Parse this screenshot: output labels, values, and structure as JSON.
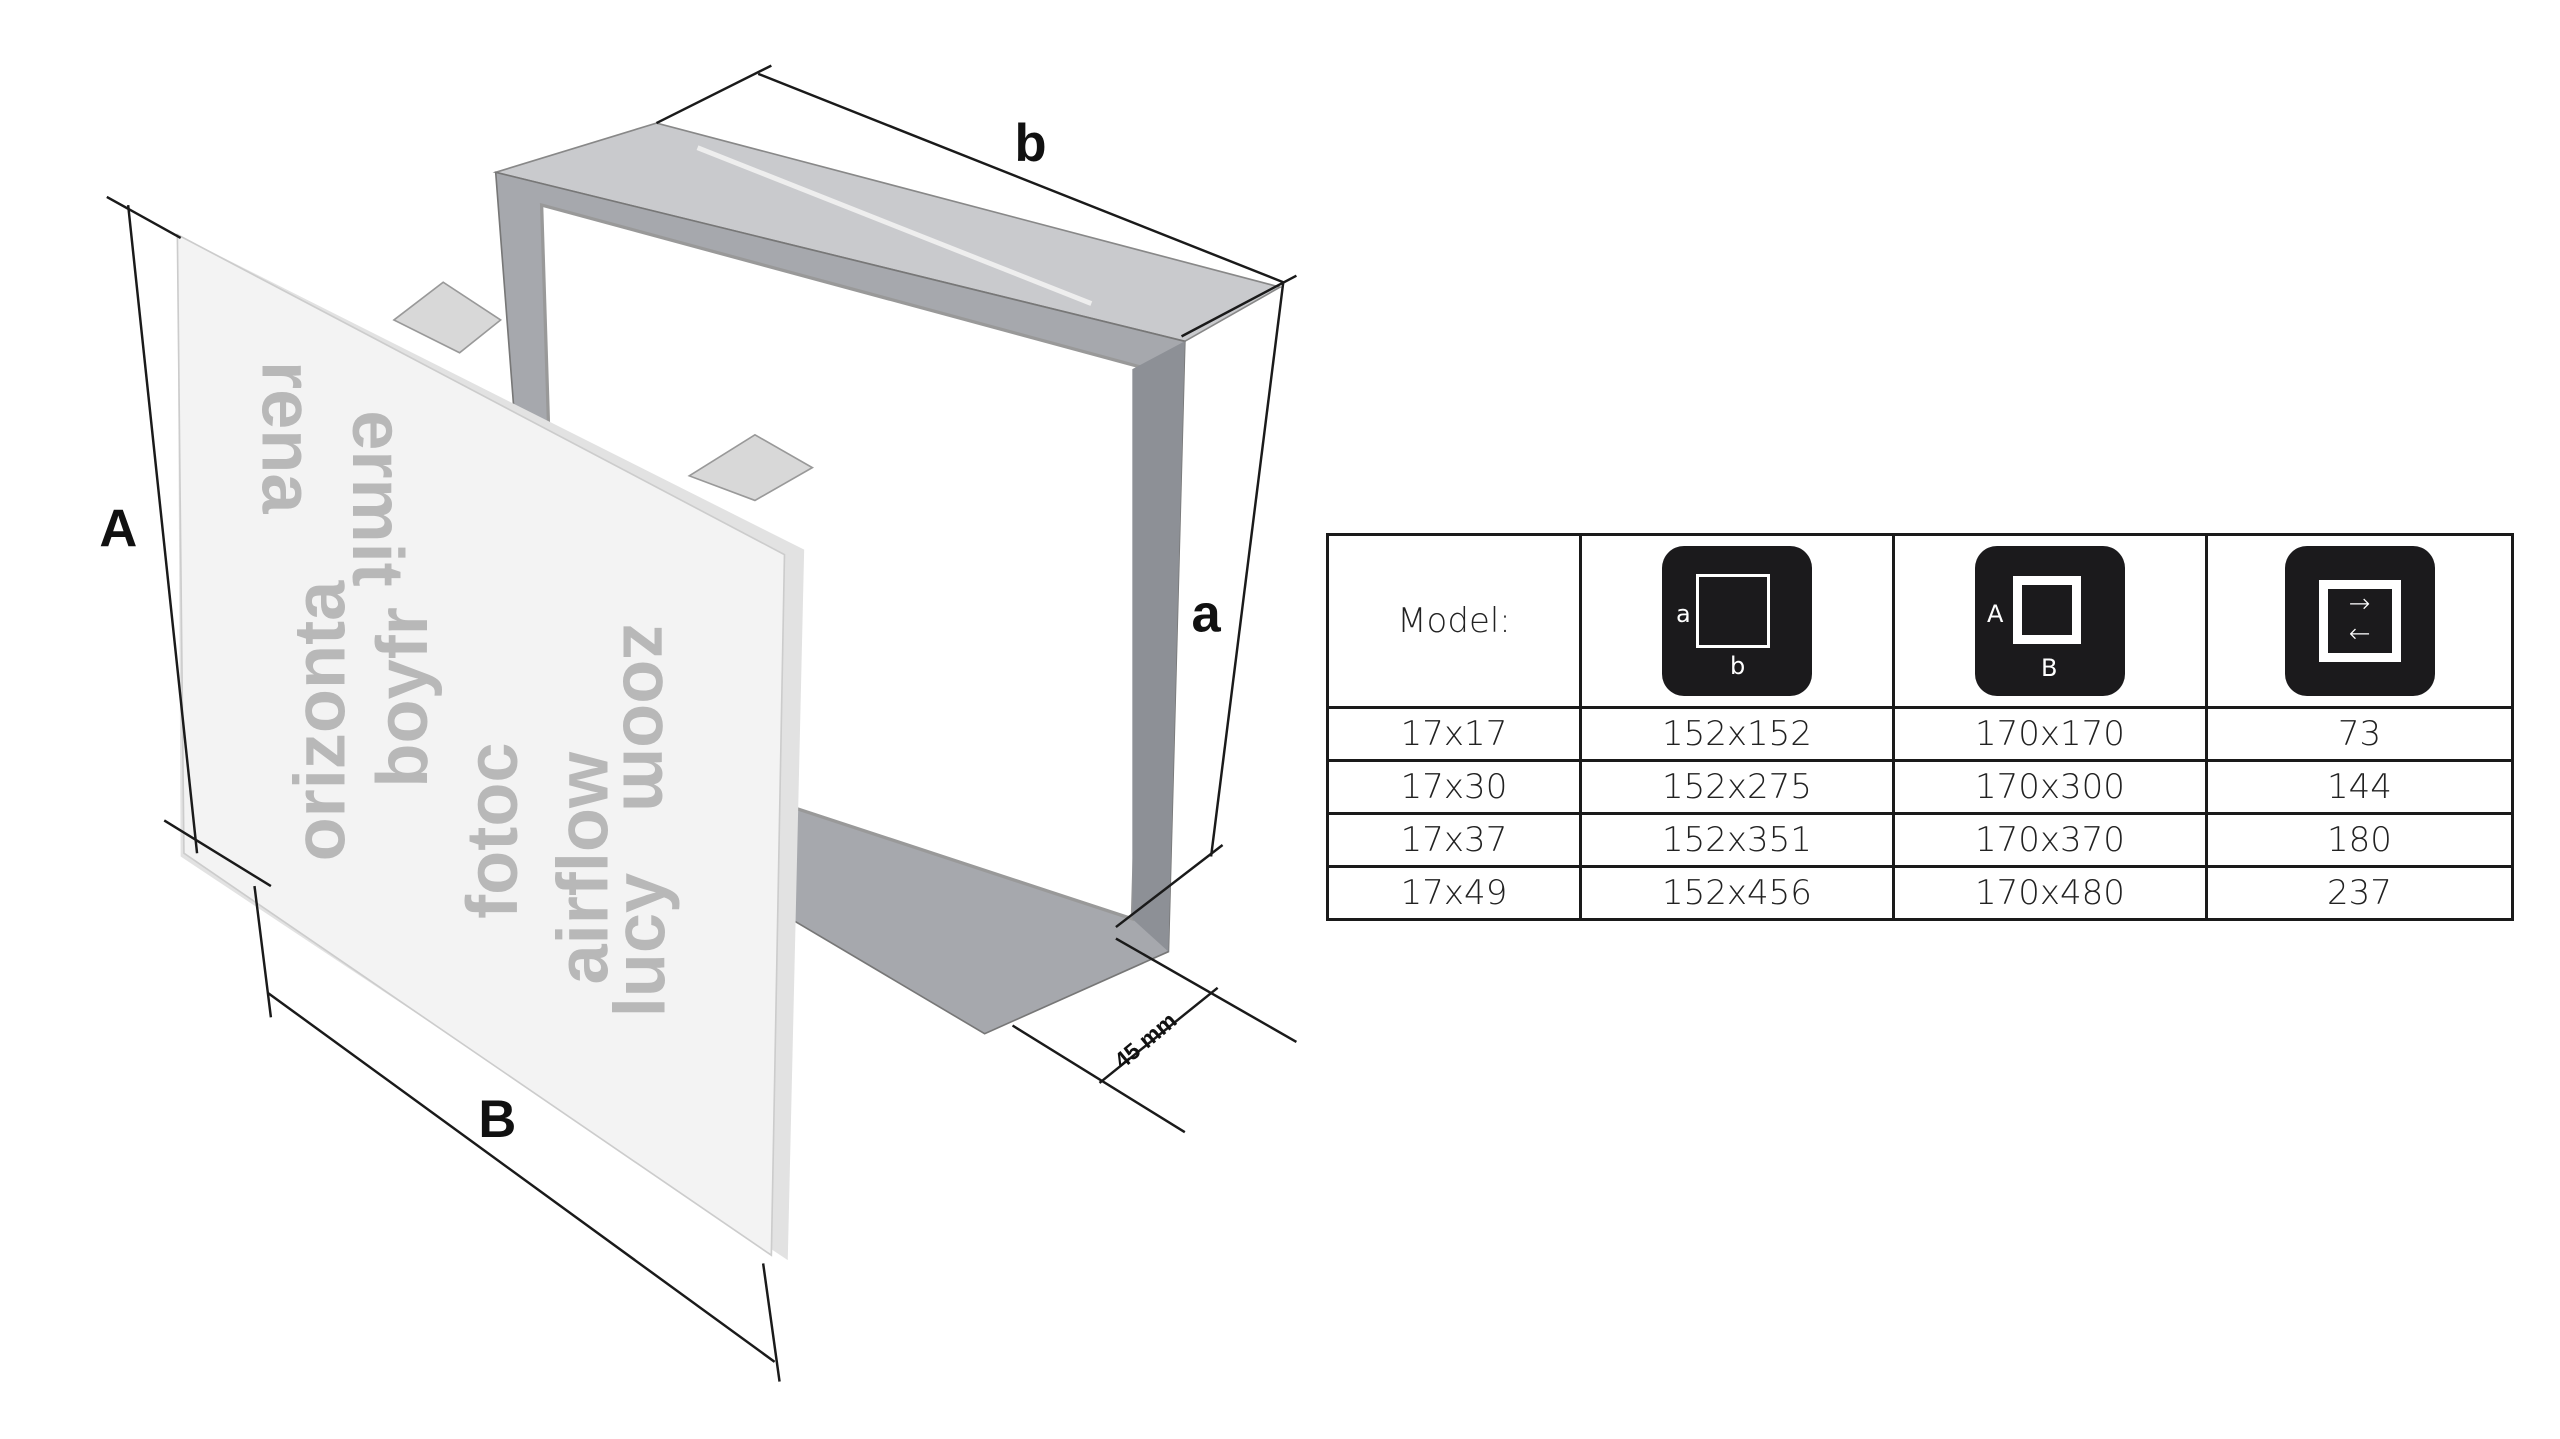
{
  "dimensions": {
    "A": "A",
    "B": "B",
    "a": "a",
    "b": "b",
    "depth": "45 mm"
  },
  "pattern_words": [
    "orizonta",
    "airflow",
    "lucy",
    "boyfr",
    "fotoc",
    "rena",
    "ermit",
    "zoom"
  ],
  "table": {
    "header": {
      "model_label": "Model:",
      "col1_icon": "inner-dimensions-icon",
      "col1_a": "a",
      "col1_b": "b",
      "col2_icon": "outer-dimensions-icon",
      "col2_A": "A",
      "col2_B": "B",
      "col3_icon": "airflow-area-icon"
    },
    "rows": [
      {
        "model": "17x17",
        "inner": "152x152",
        "outer": "170x170",
        "area": "73"
      },
      {
        "model": "17x30",
        "inner": "152x275",
        "outer": "170x300",
        "area": "144"
      },
      {
        "model": "17x37",
        "inner": "152x351",
        "outer": "170x370",
        "area": "180"
      },
      {
        "model": "17x49",
        "inner": "152x456",
        "outer": "170x480",
        "area": "237"
      }
    ]
  },
  "colors": {
    "panel": "#f2f2f2",
    "frame": "#a9abb0",
    "icon_bg": "#1b1a1c",
    "line": "#1a1a1a"
  }
}
